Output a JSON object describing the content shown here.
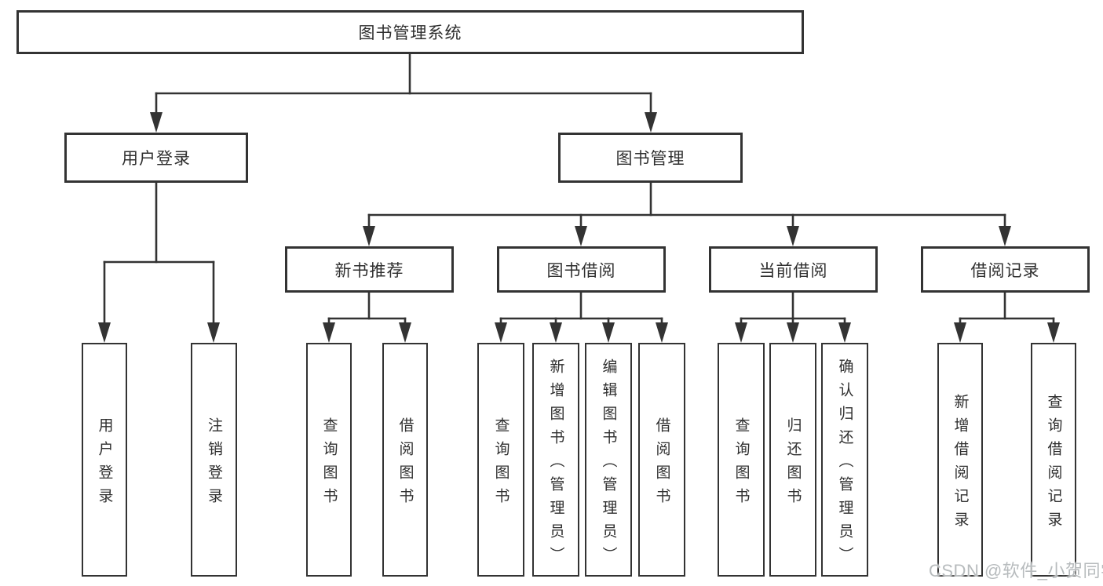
{
  "tree": {
    "label": "图书管理系统",
    "children": [
      {
        "label": "用户登录",
        "children": [
          {
            "label": "用户登录"
          },
          {
            "label": "注销登录"
          }
        ]
      },
      {
        "label": "图书管理",
        "children": [
          {
            "label": "新书推荐",
            "children": [
              {
                "label": "查询图书"
              },
              {
                "label": "借阅图书"
              }
            ]
          },
          {
            "label": "图书借阅",
            "children": [
              {
                "label": "查询图书"
              },
              {
                "label": "新增图书（管理员）"
              },
              {
                "label": "编辑图书（管理员）"
              },
              {
                "label": "借阅图书"
              }
            ]
          },
          {
            "label": "当前借阅",
            "children": [
              {
                "label": "查询图书"
              },
              {
                "label": "归还图书"
              },
              {
                "label": "确认归还（管理员）"
              }
            ]
          },
          {
            "label": "借阅记录",
            "children": [
              {
                "label": "新增借阅记录"
              },
              {
                "label": "查询借阅记录"
              }
            ]
          }
        ]
      }
    ]
  },
  "watermark": {
    "text": "CSDN @软件_小贺同学",
    "color": "#b7bbbd"
  },
  "colors": {
    "line": "#333333",
    "box_border": "#333333",
    "box_bg": "#ffffff",
    "text": "#2f2f2f",
    "background": "#ffffff"
  }
}
